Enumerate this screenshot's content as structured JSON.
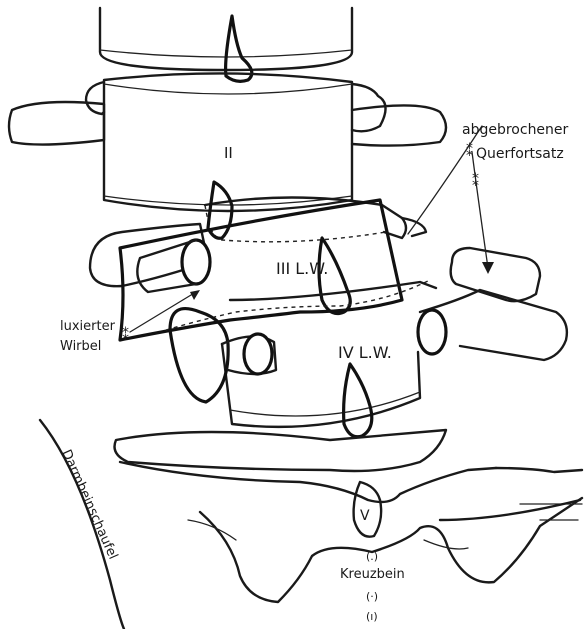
{
  "labels": {
    "vertebra_2": "II",
    "vertebra_3": "III L.W.",
    "vertebra_4": "IV L.W.",
    "vertebra_5": "V",
    "broken_process_1": "abgebrochener",
    "broken_process_2": "Querfortsatz",
    "luxated_1": "luxierter",
    "luxated_2": "Wirbel",
    "iliac_wing": "Darmbeinschaufel",
    "sacrum": "Kreuzbein",
    "foramen_1": "(.)",
    "foramen_2": "(·)",
    "foramen_3": "(ı)"
  },
  "colors": {
    "ink": "#1a1a1a",
    "background": "#ffffff"
  }
}
